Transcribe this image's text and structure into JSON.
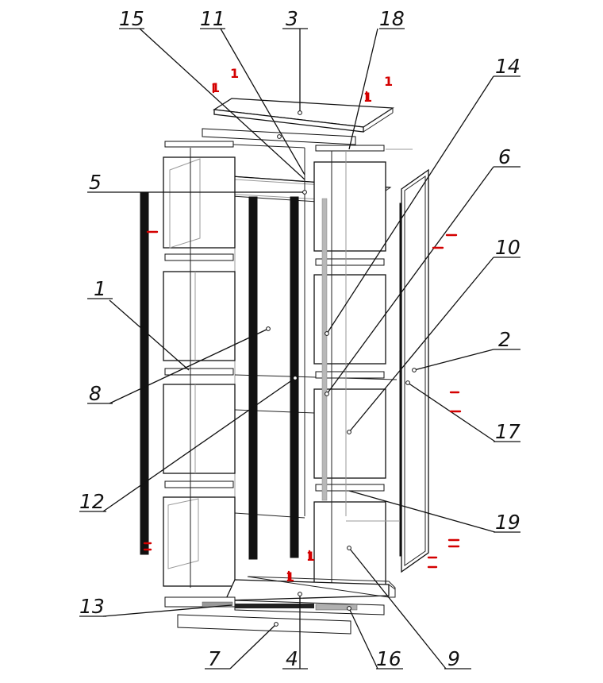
{
  "drawing": {
    "callouts": [
      {
        "id": "c15",
        "label": "15"
      },
      {
        "id": "c11",
        "label": "11"
      },
      {
        "id": "c3",
        "label": "3"
      },
      {
        "id": "c18",
        "label": "18"
      },
      {
        "id": "c14",
        "label": "14"
      },
      {
        "id": "c6",
        "label": "6"
      },
      {
        "id": "c5",
        "label": "5"
      },
      {
        "id": "c10",
        "label": "10"
      },
      {
        "id": "c1",
        "label": "1"
      },
      {
        "id": "c2",
        "label": "2"
      },
      {
        "id": "c8",
        "label": "8"
      },
      {
        "id": "c17",
        "label": "17"
      },
      {
        "id": "c12",
        "label": "12"
      },
      {
        "id": "c19",
        "label": "19"
      },
      {
        "id": "c13",
        "label": "13"
      },
      {
        "id": "c7",
        "label": "7"
      },
      {
        "id": "c4",
        "label": "4"
      },
      {
        "id": "c16",
        "label": "16"
      },
      {
        "id": "c9",
        "label": "9"
      }
    ],
    "marks": [
      {
        "id": "m1",
        "text": "1"
      },
      {
        "id": "m2",
        "text": "1"
      },
      {
        "id": "m3",
        "text": "1"
      },
      {
        "id": "m4",
        "text": "1"
      },
      {
        "id": "m5",
        "text": "1"
      },
      {
        "id": "m6",
        "text": "1"
      }
    ],
    "colors": {
      "line": "#111111",
      "hidden_line": "#9a9a9a",
      "annotation_mark": "#d40000",
      "background": "#ffffff"
    }
  }
}
